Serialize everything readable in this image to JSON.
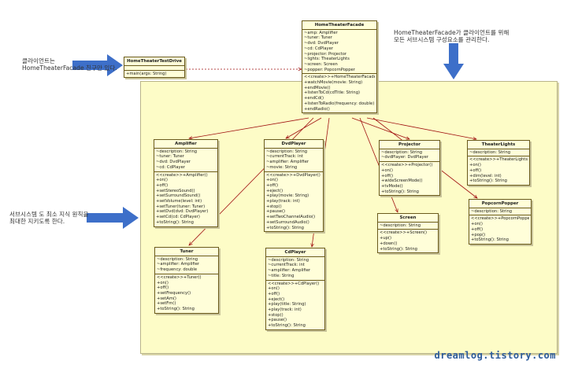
{
  "notes": {
    "client": "클라이언트는\nHomeTheaterFacade 친구만 있다.",
    "facade": "HomeTheaterFacade가 클라이언트를 위해\n모든 서브시스템 구성요소를 관리한다.",
    "subsystem": "서브시스템 도 최소 지식 원칙을\n최대한 지키도록 한다."
  },
  "watermark": "dreamlog.tistory.com",
  "colors": {
    "package_fill": "#fdfcc7",
    "class_fill": "#fffed9",
    "arrow_blue": "#3d6fc9",
    "watermark": "#2c5b9a"
  },
  "classes": [
    {
      "id": "testdrive",
      "name": "HomeTheaterTestDrive",
      "attributes": [],
      "operations": [
        "+main(args: String)"
      ]
    },
    {
      "id": "facade",
      "name": "HomeTheaterFacade",
      "attributes": [
        "~amp: Amplifier",
        "~tuner: Tuner",
        "~dvd: DvdPlayer",
        "~cd: CdPlayer",
        "~projector: Projector",
        "~lights: TheaterLights",
        "~screen: Screen",
        "~popper: PopcornPopper"
      ],
      "operations": [
        "<<create>>+HomeTheaterFacade()",
        "+watchMovie(movie: String)",
        "+endMovie()",
        "+listenToCd(cdTitle: String)",
        "+endCd()",
        "+listenToRadio(frequency: double)",
        "+endRadio()"
      ]
    },
    {
      "id": "amplifier",
      "name": "Amplifier",
      "attributes": [
        "~description: String",
        "~tuner: Tuner",
        "~dvd: DvdPlayer",
        "~cd: CdPlayer"
      ],
      "operations": [
        "<<create>>+Amplifier()",
        "+on()",
        "+off()",
        "+setStereoSound()",
        "+setSurroundSound()",
        "+setVolume(level: int)",
        "+setTuner(tuner: Tuner)",
        "+setDvd(dvd: DvdPlayer)",
        "+setCd(cd: CdPlayer)",
        "+toString(): String"
      ]
    },
    {
      "id": "dvd",
      "name": "DvdPlayer",
      "attributes": [
        "~description: String",
        "~currentTrack: int",
        "~amplifier: Amplifier",
        "~movie: String"
      ],
      "operations": [
        "<<create>>+DvdPlayer()",
        "+on()",
        "+off()",
        "+eject()",
        "+play(movie: String)",
        "+play(track: int)",
        "+stop()",
        "+pause()",
        "+setTwoChannelAudio()",
        "+setSurroundAudio()",
        "+toString(): String"
      ]
    },
    {
      "id": "projector",
      "name": "Projector",
      "attributes": [
        "~description: String",
        "~dvdPlayer: DvdPlayer"
      ],
      "operations": [
        "<<create>>+Projector()",
        "+on()",
        "+off()",
        "+wideScreenMode()",
        "+tvMode()",
        "+toString(): String"
      ]
    },
    {
      "id": "lights",
      "name": "TheaterLights",
      "attributes": [
        "~description: String"
      ],
      "operations": [
        "<<create>>+TheaterLights()",
        "+on()",
        "+off()",
        "+dim(level: int)",
        "+toString(): String"
      ]
    },
    {
      "id": "screen",
      "name": "Screen",
      "attributes": [
        "~description: String"
      ],
      "operations": [
        "<<create>>+Screen()",
        "+up()",
        "+down()",
        "+toString(): String"
      ]
    },
    {
      "id": "popper",
      "name": "PopcornPopper",
      "attributes": [
        "~description: String"
      ],
      "operations": [
        "<<create>>+PopcornPopper()",
        "+on()",
        "+off()",
        "+pop()",
        "+toString(): String"
      ]
    },
    {
      "id": "tuner",
      "name": "Tuner",
      "attributes": [
        "~description: String",
        "~amplifier: Amplifier",
        "~frequency: double"
      ],
      "operations": [
        "<<create>>+Tuner()",
        "+on()",
        "+off()",
        "+setFrequency()",
        "+setAm()",
        "+setFm()",
        "+toString(): String"
      ]
    },
    {
      "id": "cd",
      "name": "CdPlayer",
      "attributes": [
        "~description: String",
        "~currentTrack: int",
        "~amplifier: Amplifier",
        "~title: String"
      ],
      "operations": [
        "<<create>>+CdPlayer()",
        "+on()",
        "+off()",
        "+eject()",
        "+play(title: String)",
        "+play(track: int)",
        "+stop()",
        "+pause()",
        "+toString(): String"
      ]
    }
  ]
}
